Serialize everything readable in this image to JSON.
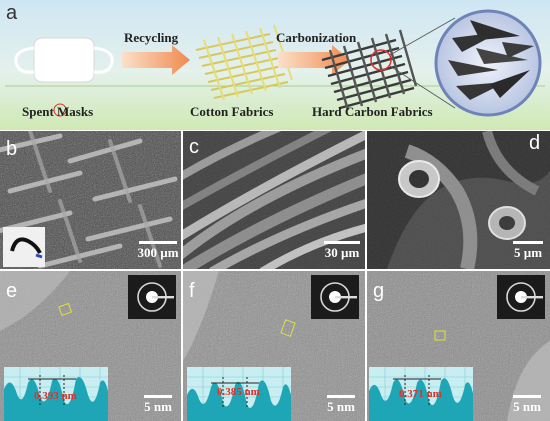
{
  "panel_a": {
    "label": "a",
    "arrow1": "Recycling",
    "arrow2": "Carbonization",
    "cap1": "Spent Masks",
    "cap2": "Cotton Fabrics",
    "cap3": "Hard Carbon Fabrics"
  },
  "panel_b": {
    "label": "b",
    "scale": "300 µm"
  },
  "panel_c": {
    "label": "c",
    "scale": "30 µm"
  },
  "panel_d": {
    "label": "d",
    "scale": "5 µm"
  },
  "panel_e": {
    "label": "e",
    "scale": "5 nm",
    "spacing": "0.393 nm"
  },
  "panel_f": {
    "label": "f",
    "scale": "5 nm",
    "spacing": "0.385 nm"
  },
  "panel_g": {
    "label": "g",
    "scale": "5 nm",
    "spacing": "0.371 nm"
  },
  "colors": {
    "accent_red": "#e0302a",
    "profile_fill": "#1fa6b6",
    "arrow_fill": "#f0a070"
  }
}
